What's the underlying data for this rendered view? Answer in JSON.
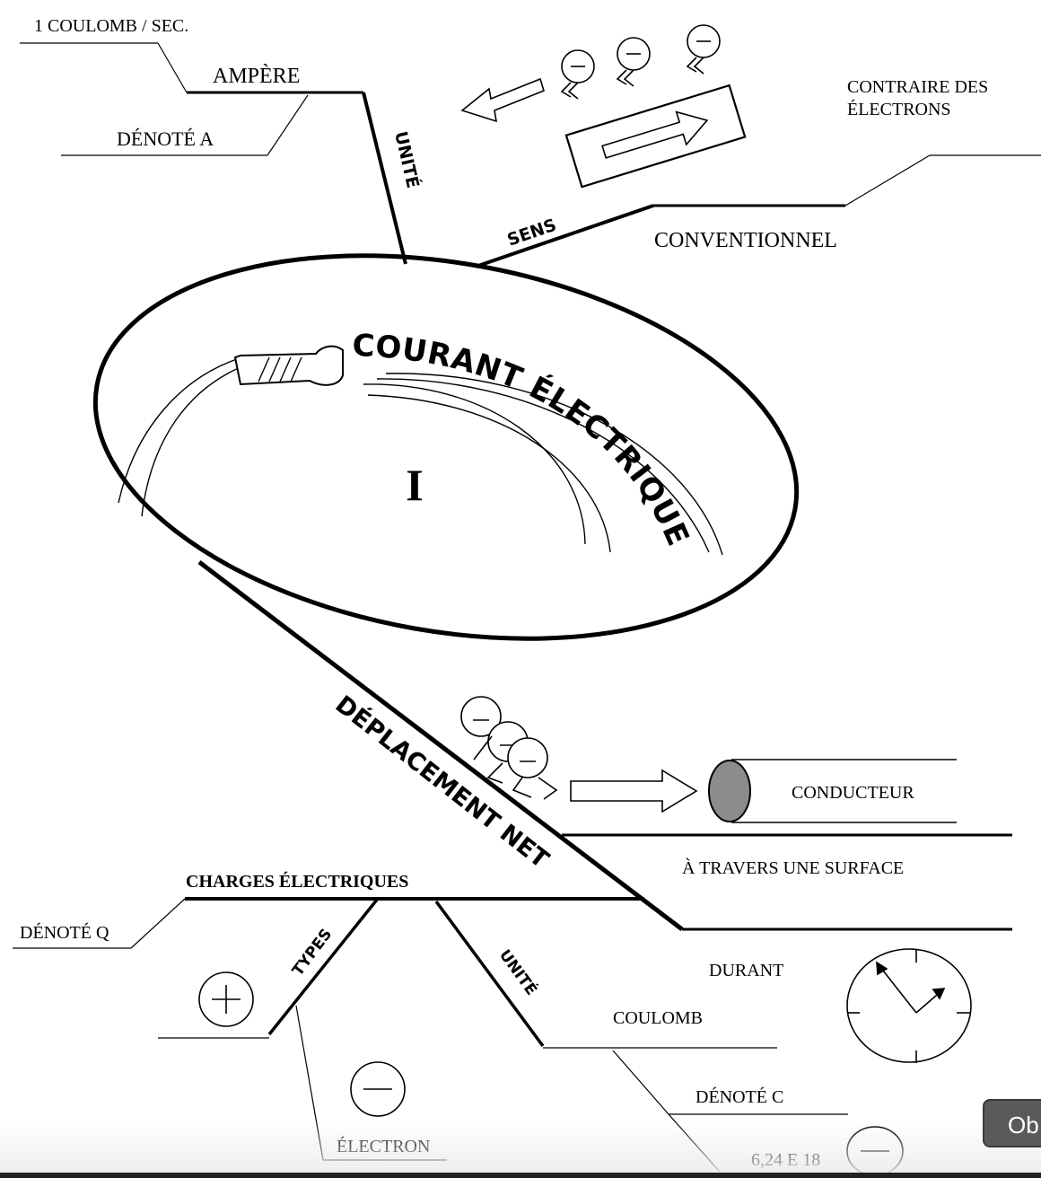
{
  "center": {
    "title": "COURANT ÉLECTRIQUE",
    "symbol": "I"
  },
  "branches": {
    "unit_top": "UNITÉ",
    "sense": "SENS",
    "displacement": "DÉPLACEMENT NET",
    "types": "TYPES",
    "unit_bottom": "UNITÉ"
  },
  "labels": {
    "coulomb_sec": "1 COULOMB / SEC.",
    "ampere": "AMPÈRE",
    "denote_a": "DÉNOTÉ A",
    "contraire_line1": "CONTRAIRE DES",
    "contraire_line2": "ÉLECTRONS",
    "conventionnel": "CONVENTIONNEL",
    "conducteur": "CONDUCTEUR",
    "travers": "À TRAVERS UNE SURFACE",
    "charges": "CHARGES ÉLECTRIQUES",
    "denote_q": "DÉNOTÉ Q",
    "durant": "DURANT",
    "coulomb": "COULOMB",
    "denote_c": "DÉNOTÉ C",
    "electron": "ÉLECTRON",
    "value": "6,24 E 18"
  },
  "button": {
    "label": "Ob"
  }
}
